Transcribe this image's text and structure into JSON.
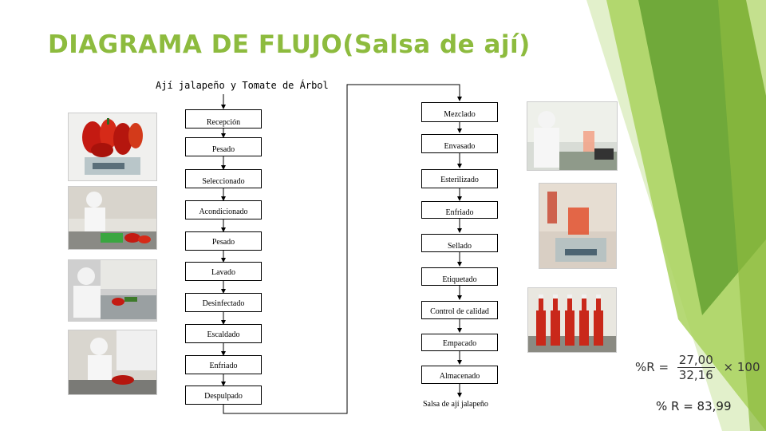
{
  "slide": {
    "title": "DIAGRAMA DE FLUJO(Salsa de ají)",
    "start_label": "Ají jalapeño y Tomate de Árbol",
    "left_steps": [
      "Recepción",
      "Pesado",
      "Seleccionado",
      "Acondicionado",
      "Pesado",
      "Lavado",
      "Desinfectado",
      "Escaldado",
      "Enfriado",
      "Despulpado"
    ],
    "right_steps": [
      "Mezclado",
      "Envasado",
      "Esterilizado",
      "Enfriado",
      "Sellado",
      "Etiquetado",
      "Control de calidad",
      "Empacado",
      "Almacenado"
    ],
    "end_label": "Salsa de ají jalapeño",
    "formula": {
      "lhs": "%R =",
      "numerator": "27,00",
      "denominator": "32,16",
      "multiplier": "× 100"
    },
    "result": "% R = 83,99"
  },
  "colors": {
    "title": "#8dbb3e",
    "accent_dark": "#5a9a2a",
    "accent_light": "#a9d25e"
  }
}
